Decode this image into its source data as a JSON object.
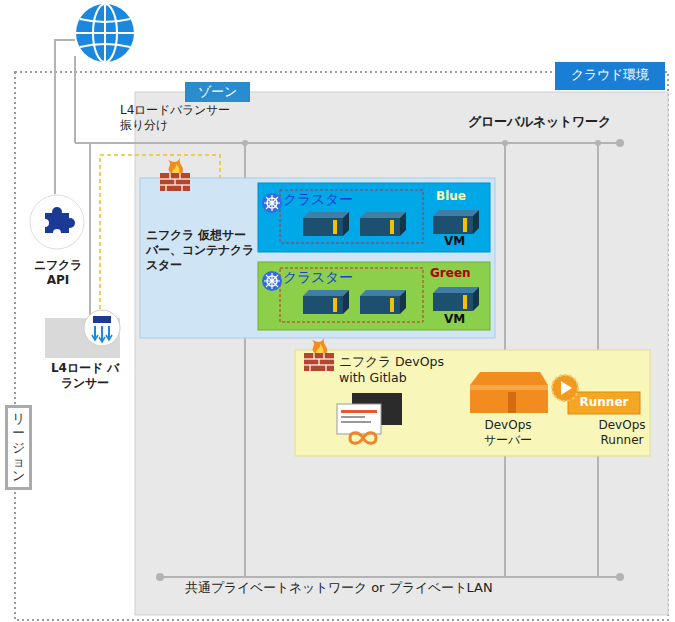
{
  "diagram": {
    "nodes": [
      {
        "text": [
          "クラウド環境",
          "リージョン"
        ]
      },
      {
        "text": [
          "ゾーン"
        ],
        "in": 0
      },
      {
        "text": [
          "ニフクラ API"
        ],
        "in": 0
      },
      {
        "text": [
          "L4ロード バランサー"
        ],
        "in": 0
      },
      {
        "text": [
          "ニフクラ 仮想サーバー、コンテナクラスター"
        ],
        "in": 1
      },
      {
        "text": [
          "Blue",
          "VM"
        ],
        "in": 4
      },
      {
        "text": [
          "クラスター"
        ],
        "in": 5
      },
      {
        "text": [
          "Green",
          "VM"
        ],
        "in": 4
      },
      {
        "text": [
          "クラスター"
        ],
        "in": 7
      },
      {
        "text": [
          "ニフクラ DevOps with Gitlab"
        ],
        "in": 1
      },
      {
        "text": [
          "Runner"
        ],
        "in": 9
      }
    ],
    "edges": [
      {
        "from": 3,
        "to": 4,
        "arrow": "none"
      }
    ],
    "labels": [
      "L4ロードバランサー 振り分け",
      "グローバルネットワーク",
      "DevOps サーバー",
      "DevOps Runner",
      "共通プライベートネットワーク or プライベートLAN"
    ]
  }
}
